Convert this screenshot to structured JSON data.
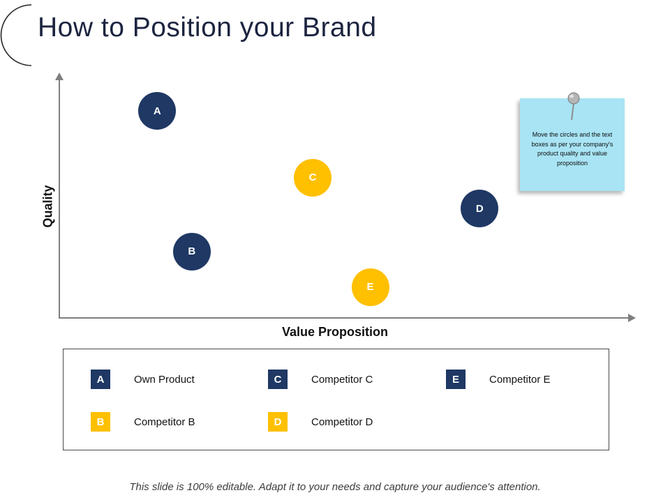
{
  "slide": {
    "title": "How to Position your Brand",
    "footer": "This slide is 100% editable. Adapt it to your needs and capture your audience's attention."
  },
  "colors": {
    "navy": "#1F3864",
    "yellow": "#FFC000",
    "note_bg": "#A8E4F4",
    "axis_gray": "#7F7F7F"
  },
  "note": {
    "text": "Move the circles and the text boxes as per your company's product  quality and value proposition"
  },
  "chart_data": {
    "type": "scatter",
    "title": "Brand positioning map",
    "xlabel": "Value Proposition",
    "ylabel": "Quality",
    "xlim": [
      0,
      1
    ],
    "ylim": [
      0,
      1
    ],
    "grid": false,
    "points": [
      {
        "label": "A",
        "x": 0.17,
        "y": 0.87,
        "color": "#1F3864"
      },
      {
        "label": "C",
        "x": 0.44,
        "y": 0.59,
        "color": "#FFC000"
      },
      {
        "label": "D",
        "x": 0.73,
        "y": 0.46,
        "color": "#1F3864"
      },
      {
        "label": "B",
        "x": 0.23,
        "y": 0.28,
        "color": "#1F3864"
      },
      {
        "label": "E",
        "x": 0.54,
        "y": 0.13,
        "color": "#FFC000"
      }
    ]
  },
  "legend": {
    "items": [
      {
        "key": "A",
        "label": "Own Product",
        "color": "#1F3864",
        "row": 1,
        "col": 1
      },
      {
        "key": "C",
        "label": "Competitor C",
        "color": "#1F3864",
        "row": 1,
        "col": 2
      },
      {
        "key": "E",
        "label": "Competitor E",
        "color": "#1F3864",
        "row": 1,
        "col": 3
      },
      {
        "key": "B",
        "label": "Competitor B",
        "color": "#FFC000",
        "row": 2,
        "col": 1
      },
      {
        "key": "D",
        "label": "Competitor D",
        "color": "#FFC000",
        "row": 2,
        "col": 2
      }
    ]
  }
}
